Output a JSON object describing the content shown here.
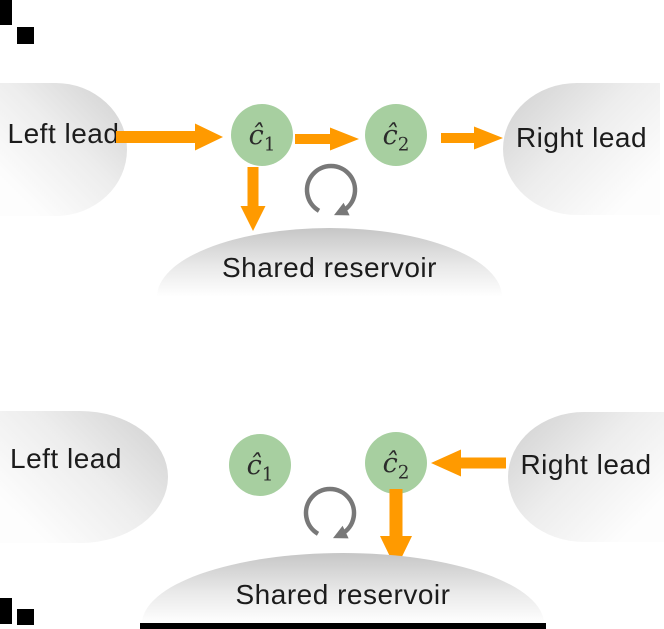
{
  "colors": {
    "arrow": "#ff9a00",
    "site_fill": "#a7cfa0",
    "rotation_arrow": "#787878",
    "text": "#1c1c1c"
  },
  "top_panel": {
    "left_lead": "Left lead",
    "right_lead": "Right lead",
    "site1": {
      "base": "ĉ",
      "sub": "1"
    },
    "site2": {
      "base": "ĉ",
      "sub": "2"
    },
    "reservoir": "Shared reservoir"
  },
  "bottom_panel": {
    "left_lead": "Left lead",
    "right_lead": "Right lead",
    "site1": {
      "base": "ĉ",
      "sub": "1"
    },
    "site2": {
      "base": "ĉ",
      "sub": "2"
    },
    "reservoir": "Shared reservoir"
  }
}
